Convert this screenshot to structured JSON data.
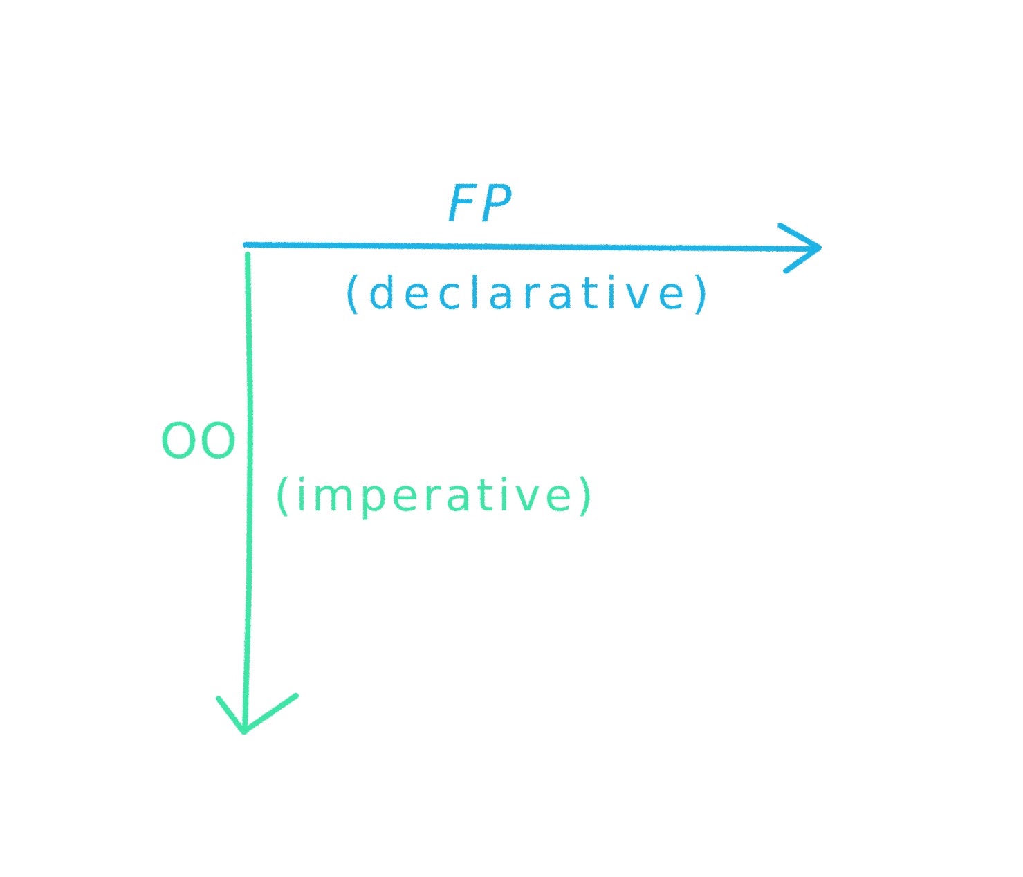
{
  "colors": {
    "background": "#ffffff",
    "fp_axis": "#1fb4e6",
    "oo_axis": "#3ee6a6"
  },
  "horizontal_axis": {
    "label": "FP",
    "sublabel": "(declarative)"
  },
  "vertical_axis": {
    "label": "OO",
    "sublabel": "(imperative)"
  }
}
